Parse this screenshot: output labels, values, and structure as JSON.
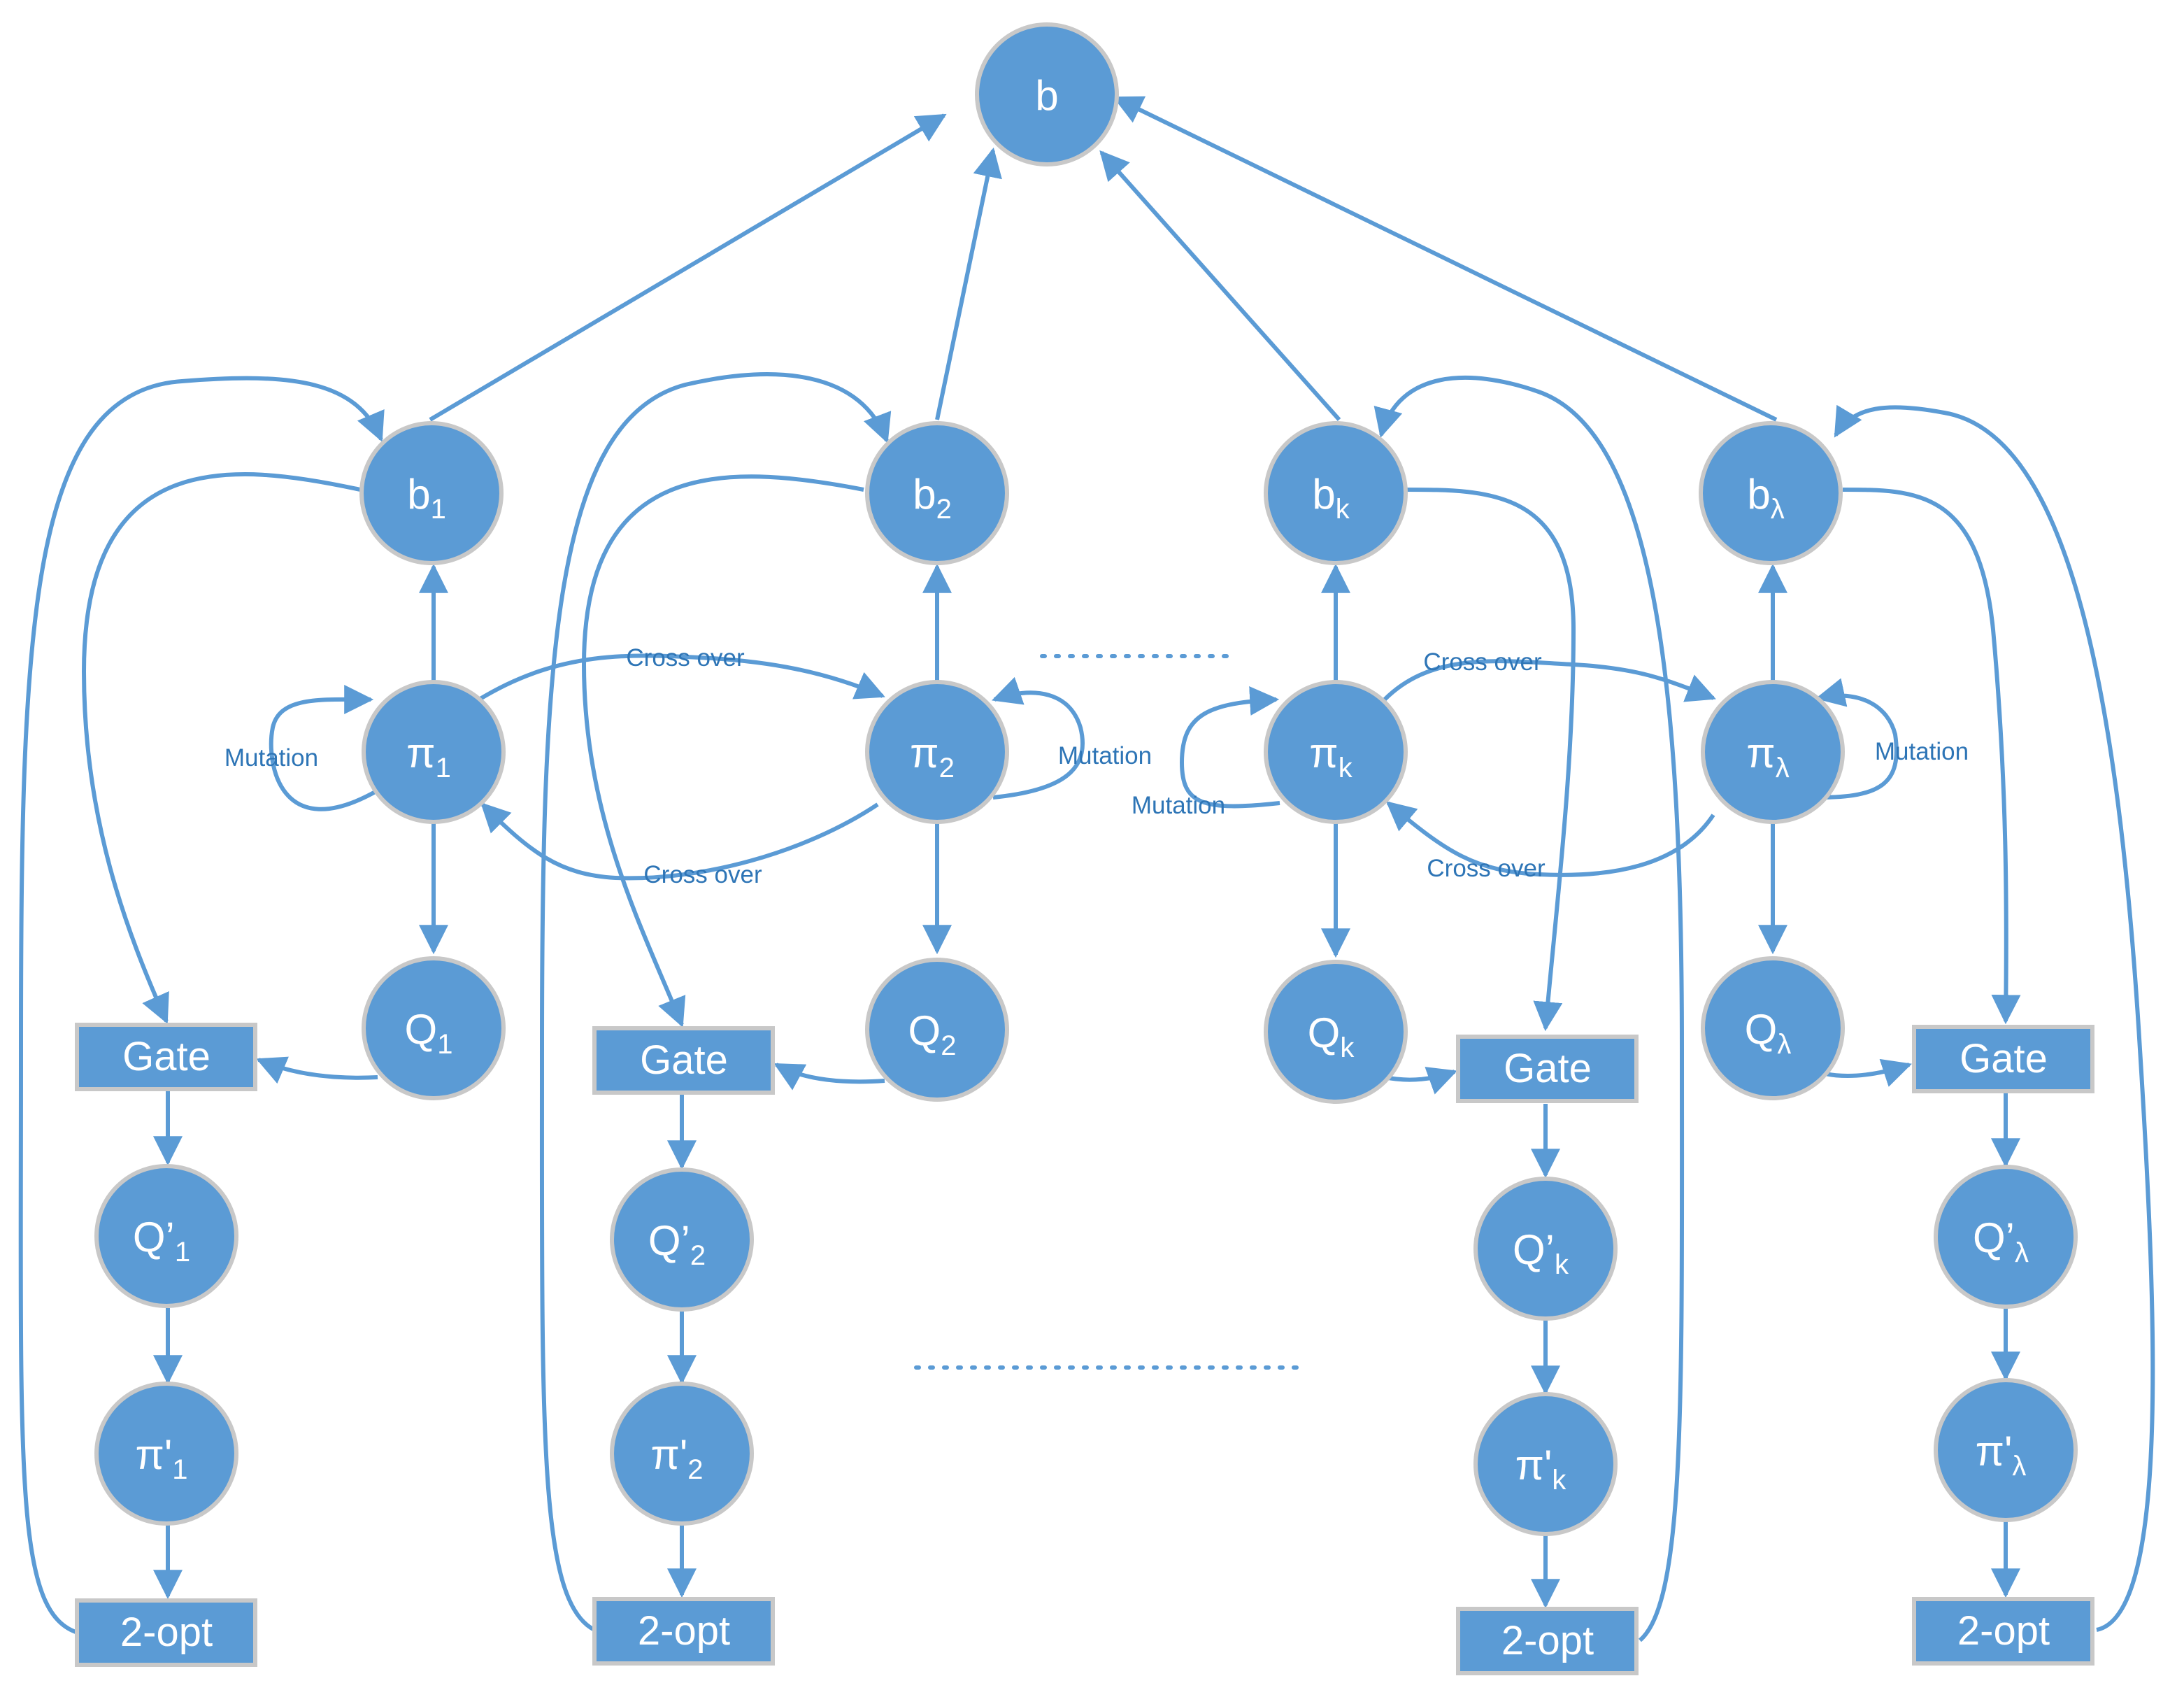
{
  "colors": {
    "node_fill": "#5b9bd5",
    "node_stroke": "#c8c8c8",
    "edge": "#5b9bd5",
    "label_text": "#2e75b6"
  },
  "nodes": {
    "b": {
      "main": "b",
      "sub": ""
    },
    "b1": {
      "main": "b",
      "sub": "1"
    },
    "b2": {
      "main": "b",
      "sub": "2"
    },
    "bk": {
      "main": "b",
      "sub": "k"
    },
    "bl": {
      "main": "b",
      "sub": "λ"
    },
    "p1": {
      "main": "π",
      "sub": "1"
    },
    "p2": {
      "main": "π",
      "sub": "2"
    },
    "pk": {
      "main": "π",
      "sub": "k"
    },
    "pl": {
      "main": "π",
      "sub": "λ"
    },
    "q1": {
      "main": "Q",
      "sub": "1"
    },
    "q2": {
      "main": "Q",
      "sub": "2"
    },
    "qk": {
      "main": "Q",
      "sub": "k"
    },
    "ql": {
      "main": "Q",
      "sub": "λ"
    },
    "qp1": {
      "main": "Q’",
      "sub": "1"
    },
    "qp2": {
      "main": "Q’",
      "sub": "2"
    },
    "qpk": {
      "main": "Q’",
      "sub": "k"
    },
    "qpl": {
      "main": "Q’",
      "sub": "λ"
    },
    "pp1": {
      "main": "π'",
      "sub": "1"
    },
    "pp2": {
      "main": "π'",
      "sub": "2"
    },
    "ppk": {
      "main": "π'",
      "sub": "k"
    },
    "ppl": {
      "main": "π'",
      "sub": "λ"
    }
  },
  "boxes": {
    "gate1": "Gate",
    "gate2": "Gate",
    "gatek": "Gate",
    "gatel": "Gate",
    "opt1": "2-opt",
    "opt2": "2-opt",
    "optk": "2-opt",
    "optl": "2-opt"
  },
  "edge_labels": {
    "crossover_12": "Cross over",
    "crossover_21": "Cross over",
    "crossover_kl": "Cross over",
    "crossover_lk": "Cross over",
    "mutation_1": "Mutation",
    "mutation_2": "Mutation",
    "mutation_k": "Mutation",
    "mutation_l": "Mutation"
  }
}
